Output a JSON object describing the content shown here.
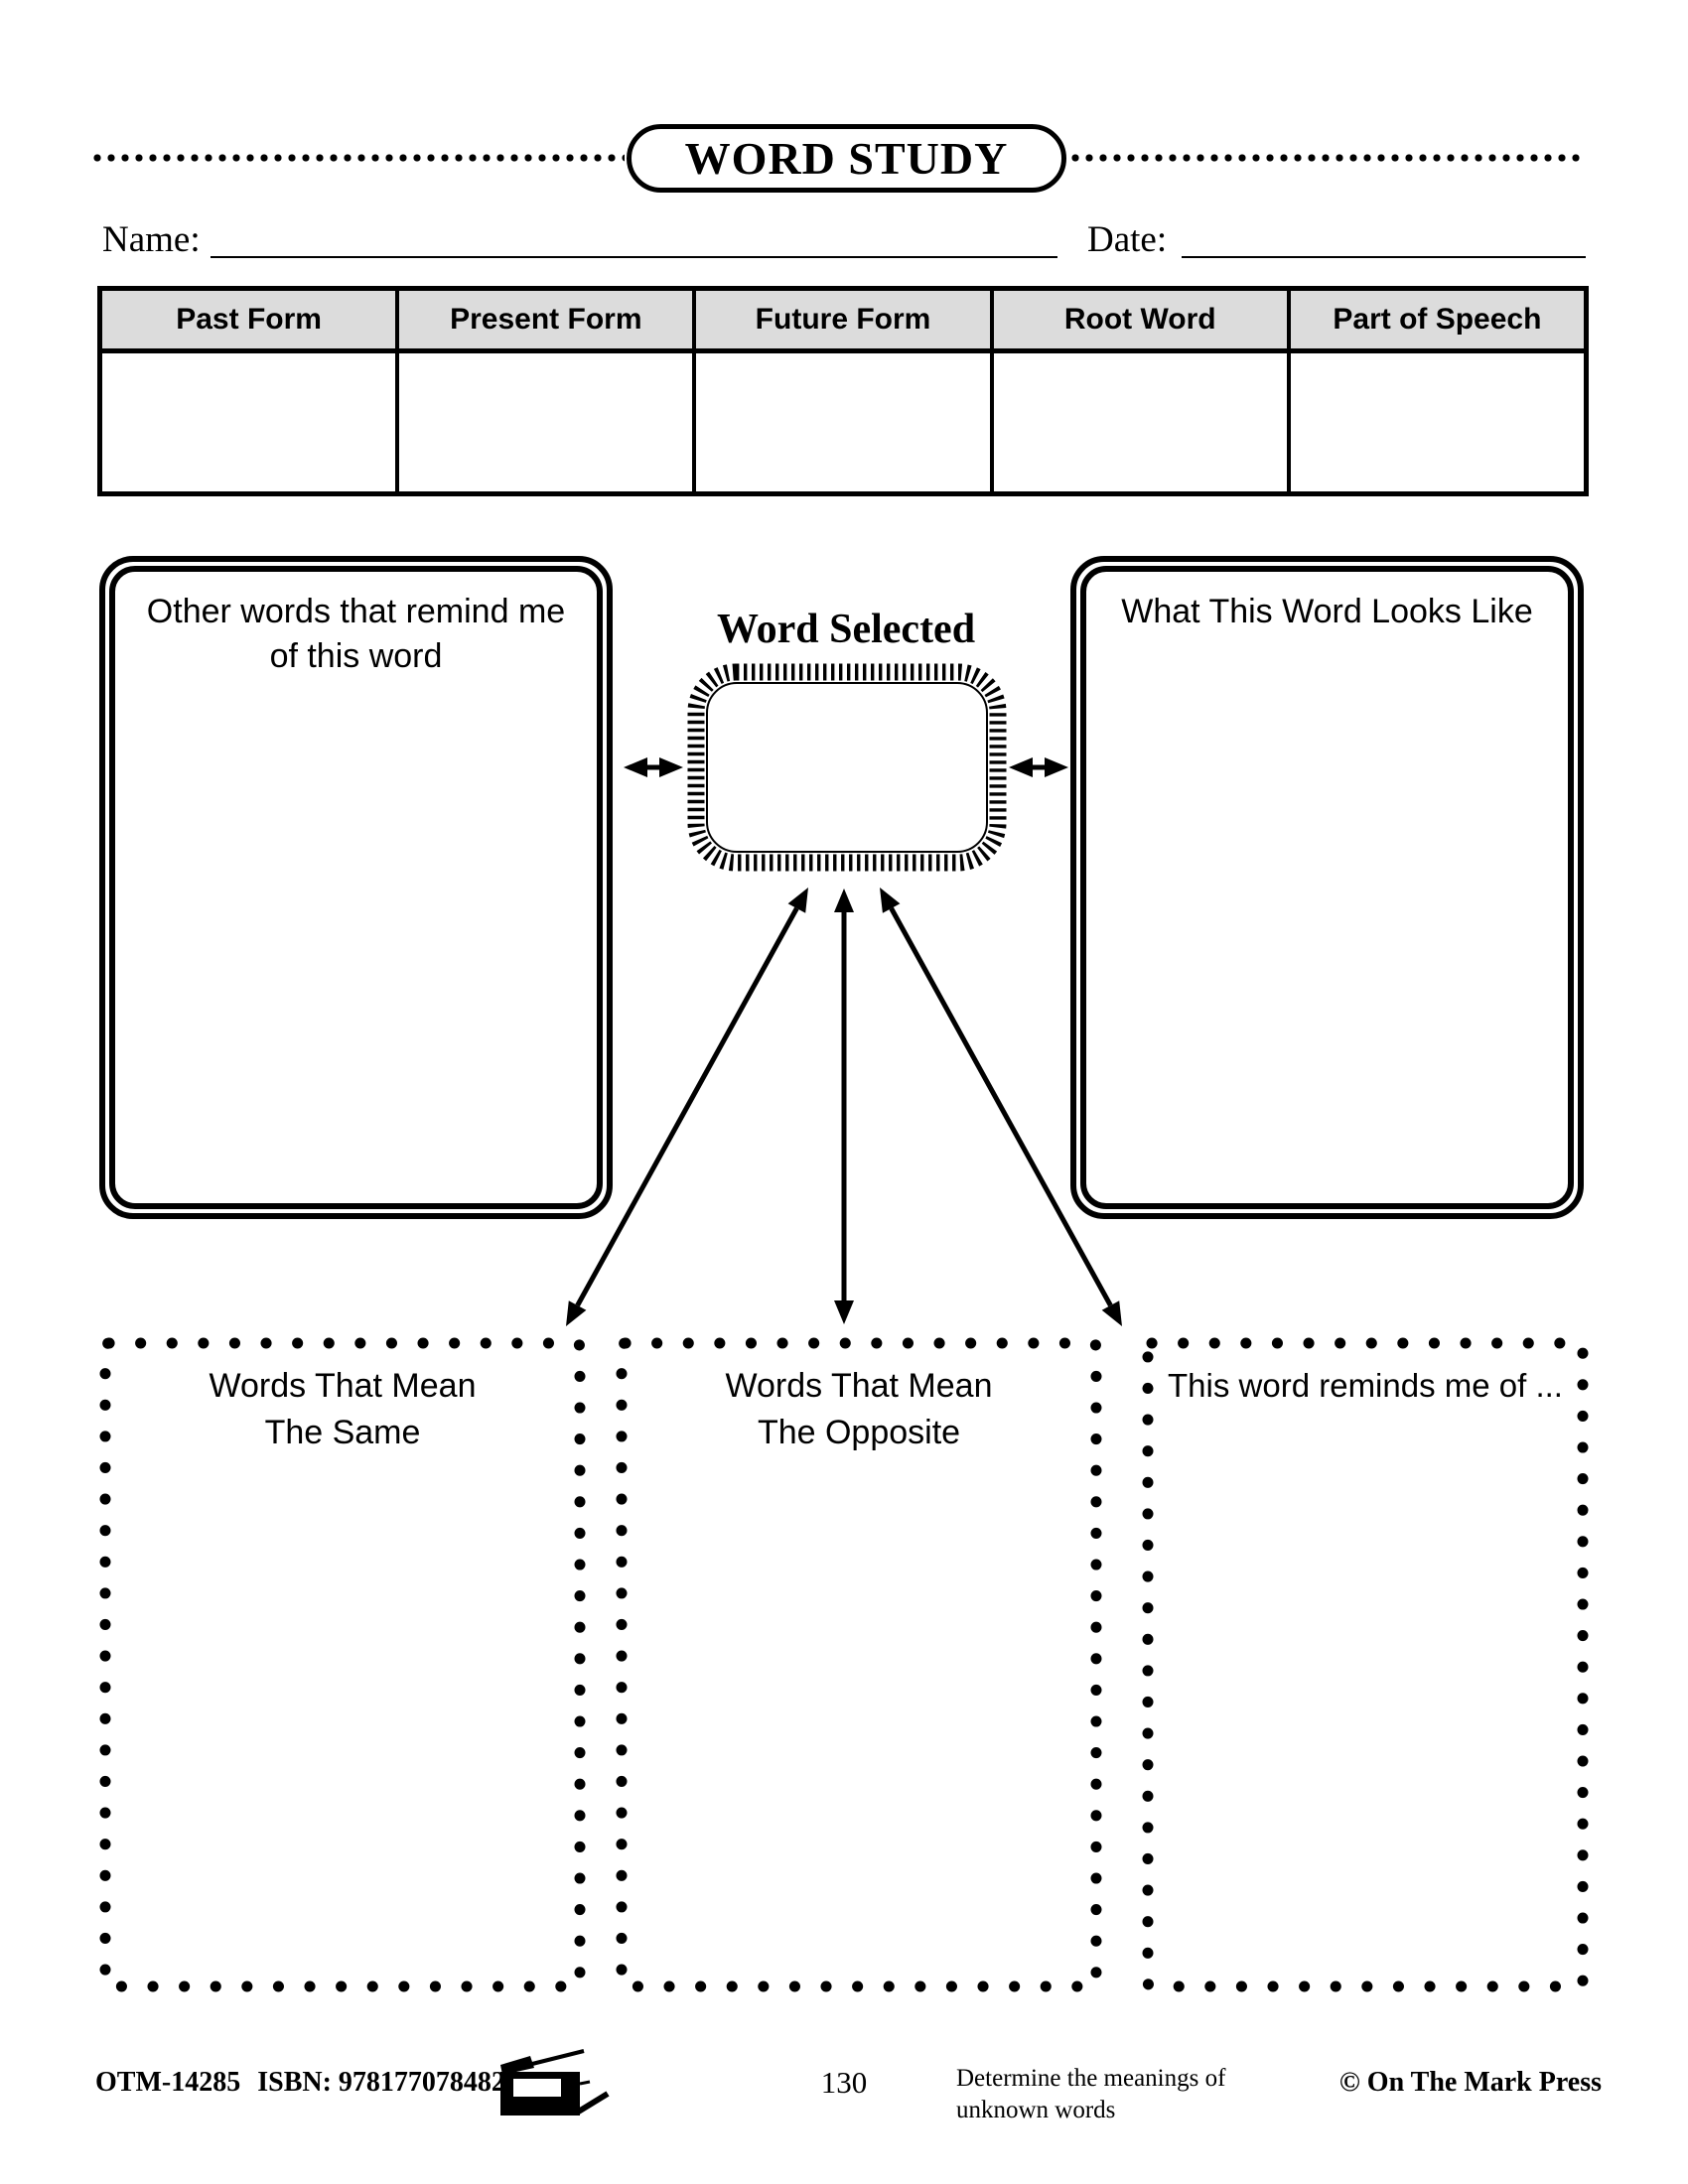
{
  "header": {
    "title": "WORD STUDY",
    "name_label": "Name:",
    "date_label": "Date:"
  },
  "table": {
    "headers": [
      "Past Form",
      "Present Form",
      "Future Form",
      "Root Word",
      "Part of Speech"
    ]
  },
  "diagram": {
    "center_label": "Word Selected",
    "left_box_label": "Other words that remind me of this word",
    "right_box_label": "What This Word Looks Like",
    "bottom_boxes": [
      {
        "label": "Words That Mean The Same"
      },
      {
        "label": "Words That Mean The Opposite"
      },
      {
        "label": "This word reminds me of ..."
      }
    ]
  },
  "footer": {
    "product_code": "OTM-14285",
    "isbn": "ISBN: 9781770784826",
    "copier_icon": "photocopier-icon",
    "page_number": "130",
    "description": "Determine the meanings of unknown words",
    "publisher": "© On The Mark Press"
  },
  "colors": {
    "ink": "#000000",
    "table_header_bg": "#dcdcdc",
    "page_bg": "#ffffff"
  }
}
